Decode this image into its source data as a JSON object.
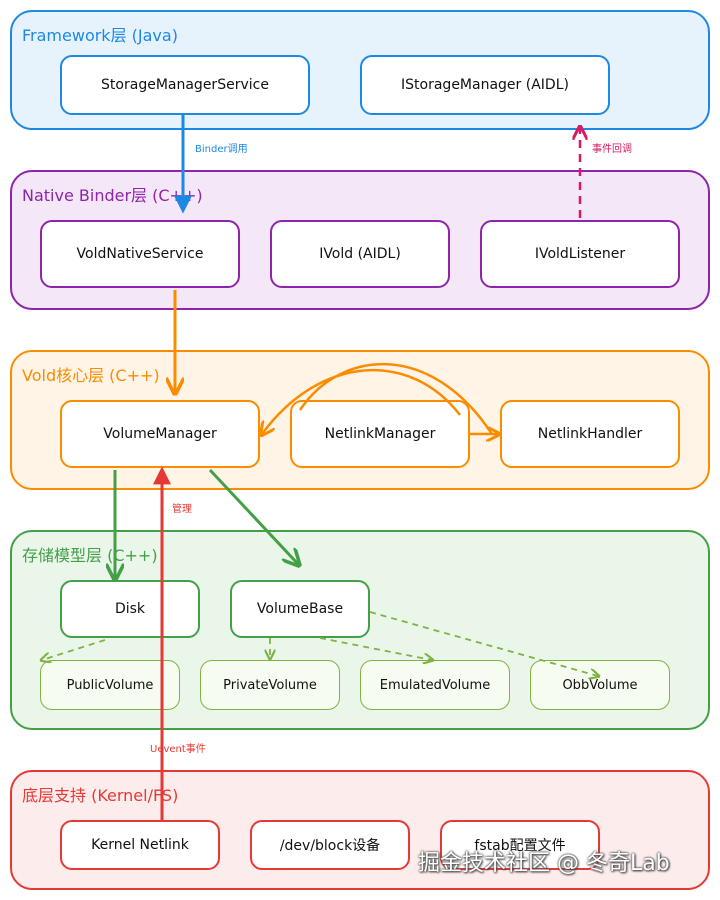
{
  "colors": {
    "framework": "#1e88e5",
    "framework_bg": "#e6f2fc",
    "native": "#8e24aa",
    "native_bg": "#f4e8f8",
    "vold": "#fb8c00",
    "vold_bg": "#fff4e6",
    "storage": "#43a047",
    "storage_bg": "#ebf6ea",
    "kernel": "#e53935",
    "kernel_bg": "#fdecec",
    "event": "#d81b60"
  },
  "layers": {
    "framework": {
      "title": "Framework层 (Java)",
      "nodes": {
        "storage_manager_service": "StorageManagerService",
        "istorage_manager": "IStorageManager (AIDL)"
      }
    },
    "native_binder": {
      "title": "Native Binder层 (C++)",
      "nodes": {
        "vold_native_service": "VoldNativeService",
        "ivold": "IVold (AIDL)",
        "ivold_listener": "IVoldListener"
      }
    },
    "vold_core": {
      "title": "Vold核心层 (C++)",
      "nodes": {
        "volume_manager": "VolumeManager",
        "netlink_manager": "NetlinkManager",
        "netlink_handler": "NetlinkHandler"
      }
    },
    "storage_model": {
      "title": "存储模型层 (C++)",
      "nodes": {
        "disk": "Disk",
        "volume_base": "VolumeBase",
        "public_volume": "PublicVolume",
        "private_volume": "PrivateVolume",
        "emulated_volume": "EmulatedVolume",
        "obb_volume": "ObbVolume"
      }
    },
    "kernel_fs": {
      "title": "底层支持 (Kernel/FS)",
      "nodes": {
        "kernel_netlink": "Kernel Netlink",
        "dev_block": "/dev/block设备",
        "fstab": "fstab配置文件"
      }
    }
  },
  "edges": {
    "binder_call": "Binder调用",
    "event_callback": "事件回调",
    "manage": "管理",
    "uevent": "Uevent事件"
  },
  "watermark": "掘金技术社区 @ 冬奇Lab"
}
